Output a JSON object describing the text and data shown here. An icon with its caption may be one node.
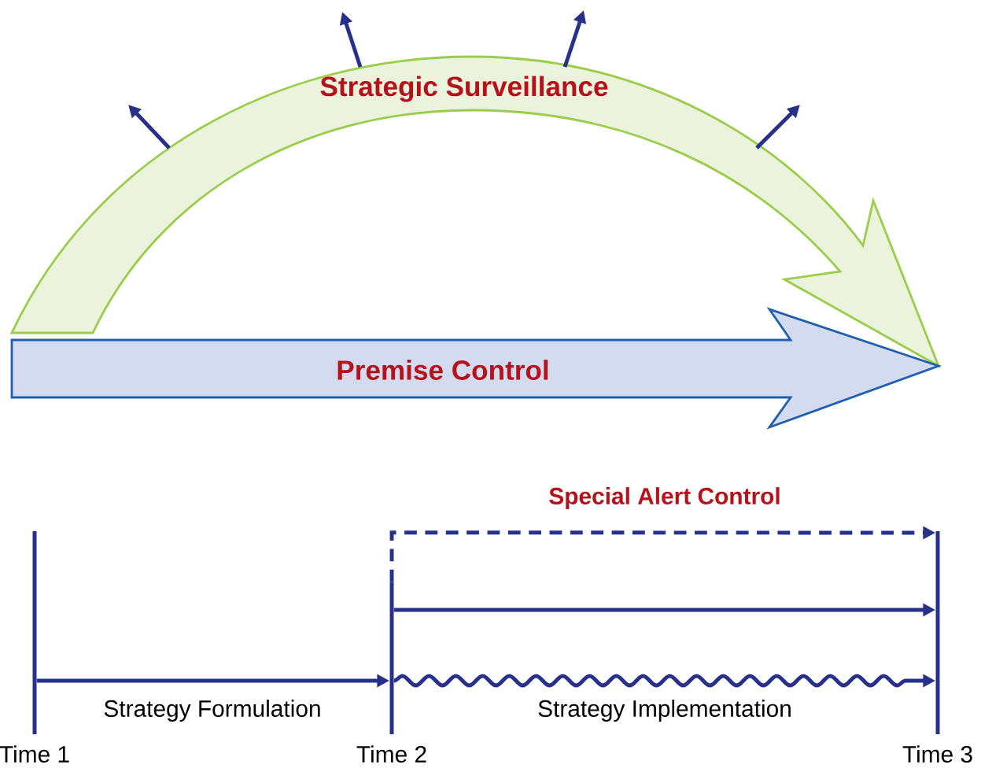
{
  "diagram": {
    "nodes": [
      {
        "text": [
          "Strategic Surveillance"
        ]
      },
      {
        "text": [
          "Premise Control"
        ]
      },
      {
        "text": [
          "Time 1"
        ]
      },
      {
        "text": [
          "Time 2"
        ]
      },
      {
        "text": [
          "Time 3"
        ]
      }
    ],
    "edges": [
      {
        "from": 2,
        "to": 3,
        "arrow": "to",
        "label": "Strategy Formulation"
      },
      {
        "from": 3,
        "to": 4,
        "arrow": "to"
      },
      {
        "from": 3,
        "to": 4,
        "arrow": "to",
        "label": "Strategy Implementation"
      },
      {
        "from": 3,
        "to": 4,
        "arrow": "to",
        "label": "Special Alert Control",
        "style": "dashed"
      },
      {
        "from": 0,
        "to": null,
        "arrow": "to"
      },
      {
        "from": 0,
        "to": null,
        "arrow": "to"
      },
      {
        "from": 0,
        "to": null,
        "arrow": "to"
      },
      {
        "from": 0,
        "to": null,
        "arrow": "to"
      }
    ]
  }
}
